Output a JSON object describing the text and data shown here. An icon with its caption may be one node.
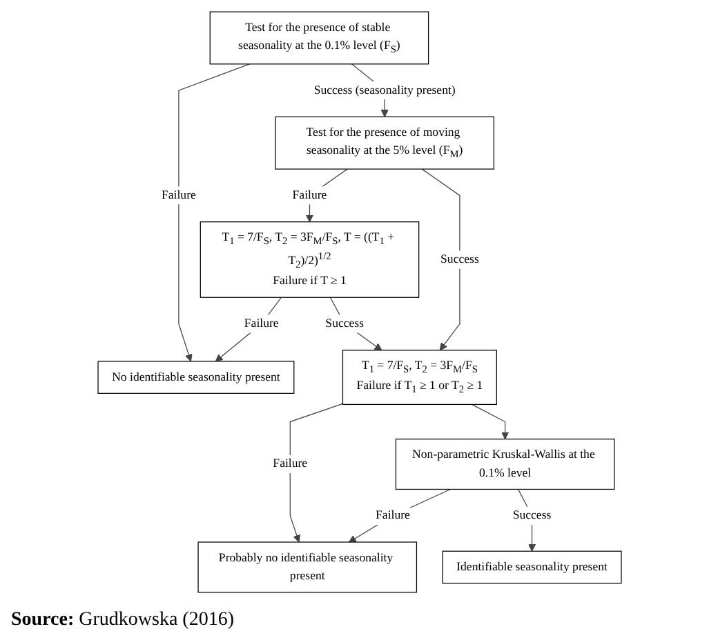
{
  "diagram": {
    "caption": "**Source:** Grudkowska (2016)",
    "nodes": [
      {
        "text": [
          "Test for the presence of stable seasonality at the 0.1% level (F$_{S}$)"
        ]
      },
      {
        "text": [
          "Test for the presence of moving seasonality at the 5% level (F$_{M}$)"
        ]
      },
      {
        "text": [
          "T$_{1}$ = 7/F$_{S}$, T$_{2}$ = 3F$_{M}$/F$_{S}$, T = ((T$_{1}$ + T$_{2}$)/2)$^{1/2}$",
          "Failure if T ≥ 1"
        ]
      },
      {
        "text": [
          "T$_{1}$ = 7/F$_{S}$, T$_{2}$ = 3F$_{M}$/F$_{S}$",
          "Failure if T$_{1}$ ≥ 1 or T$_{2}$ ≥ 1"
        ]
      },
      {
        "text": [
          "Non-parametric Kruskal-Wallis at the 0.1% level"
        ]
      },
      {
        "text": [
          "No identifiable seasonality present"
        ]
      },
      {
        "text": [
          "Probably no identifiable seasonality present"
        ]
      },
      {
        "text": [
          "Identifiable seasonality present"
        ]
      }
    ],
    "edges": [
      {
        "from": 0,
        "to": 5,
        "arrow": "to",
        "label": "Failure"
      },
      {
        "from": 0,
        "to": 1,
        "arrow": "to",
        "label": "Success (seasonality present)"
      },
      {
        "from": 1,
        "to": 2,
        "arrow": "to",
        "label": "Failure"
      },
      {
        "from": 1,
        "to": 3,
        "arrow": "to",
        "label": "Success"
      },
      {
        "from": 2,
        "to": 5,
        "arrow": "to",
        "label": "Failure"
      },
      {
        "from": 2,
        "to": 3,
        "arrow": "to",
        "label": "Success"
      },
      {
        "from": 3,
        "to": 6,
        "arrow": "to",
        "label": "Failure"
      },
      {
        "from": 3,
        "to": 4,
        "arrow": "to"
      },
      {
        "from": 4,
        "to": 6,
        "arrow": "to",
        "label": "Failure"
      },
      {
        "from": 4,
        "to": 7,
        "arrow": "to",
        "label": "Success"
      }
    ]
  }
}
